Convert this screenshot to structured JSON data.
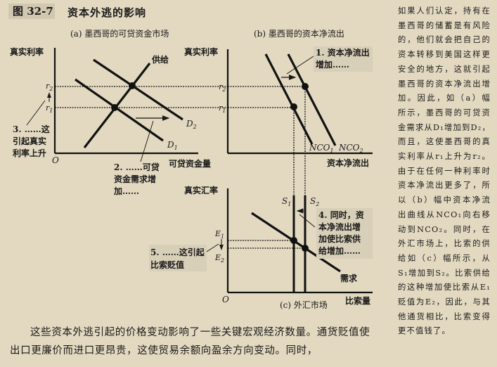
{
  "figure": {
    "label": "图 32-7",
    "title": "资本外逃的影响"
  },
  "chart_data": [
    {
      "type": "line",
      "title": "(a) 墨西哥的可贷资金市场",
      "xlabel": "可贷资金量",
      "ylabel": "真实利率",
      "origin": "O",
      "y_ticks": [
        "r1",
        "r2"
      ],
      "series": [
        {
          "name": "供给",
          "points": [
            [
              0.2,
              0.1
            ],
            [
              0.8,
              0.9
            ]
          ]
        },
        {
          "name": "D1",
          "points": [
            [
              0.15,
              0.72
            ],
            [
              0.85,
              0.12
            ]
          ]
        },
        {
          "name": "D2",
          "points": [
            [
              0.3,
              0.9
            ],
            [
              1.0,
              0.32
            ]
          ]
        }
      ],
      "equilibria": [
        {
          "label": "r1",
          "curve": "D1"
        },
        {
          "label": "r2",
          "curve": "D2"
        }
      ],
      "annotations": [
        "2. ……可贷资金需求增加……",
        "3. ……这引起真实利率上升"
      ]
    },
    {
      "type": "line",
      "title": "(b) 墨西哥的资本净流出",
      "xlabel": "资本净流出",
      "ylabel": "真实利率",
      "y_ticks": [
        "r1",
        "r2"
      ],
      "series": [
        {
          "name": "NCO1",
          "points": [
            [
              0.26,
              0.95
            ],
            [
              0.58,
              0.1
            ]
          ]
        },
        {
          "name": "NCO2",
          "points": [
            [
              0.42,
              0.95
            ],
            [
              0.74,
              0.08
            ]
          ]
        }
      ],
      "annotations": [
        "1. 资本净流出增加……"
      ]
    },
    {
      "type": "line",
      "title": "(c) 外汇市场",
      "xlabel": "比索量",
      "ylabel": "真实汇率",
      "origin": "O",
      "y_ticks": [
        "E1",
        "E2"
      ],
      "series": [
        {
          "name": "S1",
          "points": [
            [
              0.46,
              0
            ],
            [
              0.46,
              0.95
            ]
          ]
        },
        {
          "name": "S2",
          "points": [
            [
              0.54,
              0
            ],
            [
              0.54,
              0.95
            ]
          ]
        },
        {
          "name": "需求",
          "points": [
            [
              0.17,
              0.77
            ],
            [
              0.79,
              0.2
            ]
          ]
        }
      ],
      "annotations": [
        "4. 同时，资本净流出增加使比索供给增加……",
        "5. ……这引起比索贬值"
      ]
    }
  ],
  "panel_a": {
    "title": "(a) 墨西哥的可贷资金市场",
    "ylabel": "真实利率",
    "xlabel": "可贷资金量",
    "origin": "O",
    "r1": "r",
    "r2": "r",
    "r1_sub": "1",
    "r2_sub": "2",
    "supply_label": "供给",
    "d1": "D",
    "d1_sub": "1",
    "d2": "D",
    "d2_sub": "2",
    "note2": [
      "2. ……可贷",
      "资金需求增",
      "加……"
    ],
    "note3": [
      "3. ……这",
      "引起真实",
      "利率上升"
    ]
  },
  "panel_b": {
    "title": "(b) 墨西哥的资本净流出",
    "ylabel": "真实利率",
    "xlabel": "资本净流出",
    "r1": "r",
    "r2": "r",
    "r1_sub": "1",
    "r2_sub": "2",
    "nco1": "NCO",
    "nco1_sub": "1",
    "nco2": "NCO",
    "nco2_sub": "2",
    "note1": [
      "1. 资本净流出",
      "增加……"
    ]
  },
  "panel_c": {
    "title": "(c) 外汇市场",
    "ylabel": "真实汇率",
    "xlabel": "比索量",
    "origin": "O",
    "s1": "S",
    "s1_sub": "1",
    "s2": "S",
    "s2_sub": "2",
    "e1": "E",
    "e1_sub": "1",
    "e2": "E",
    "e2_sub": "2",
    "demand_label": "需求",
    "note4": [
      "4. 同时，资",
      "本净流出增",
      "加使比索供",
      "给增加……"
    ],
    "note5": [
      "5. ……这引起",
      "比索贬值"
    ]
  },
  "sidebar": {
    "paragraph": "如果人们认定，持有在墨西哥的储蓄是有风险的，他们就会把自己的资本转移到美国这样更安全的地方，这就引起墨西哥的资本净流出增加。因此，如（a）幅所示，墨西哥的可贷资金需求从D₁增加到D₂，而且，这使墨西哥的真实利率从r₁上升为r₂。由于在任何一种利率时资本净流出更多了，所以（b）幅中资本净流出曲线从NCO₁向右移动到NCO₂。同时，在外汇市场上，比索的供给如（c）幅所示，从S₁增加到S₂。比索供给的这种增加使比索从E₁贬值为E₂，因此，与其他通货相比，比索变得更不值钱了。"
  },
  "body": {
    "paragraph": "这些资本外逃引起的价格变动影响了一些关键宏观经济数量。通货贬值使出口更廉价而进口更昂贵，这使贸易余额向盈余方向变动。同时，"
  }
}
